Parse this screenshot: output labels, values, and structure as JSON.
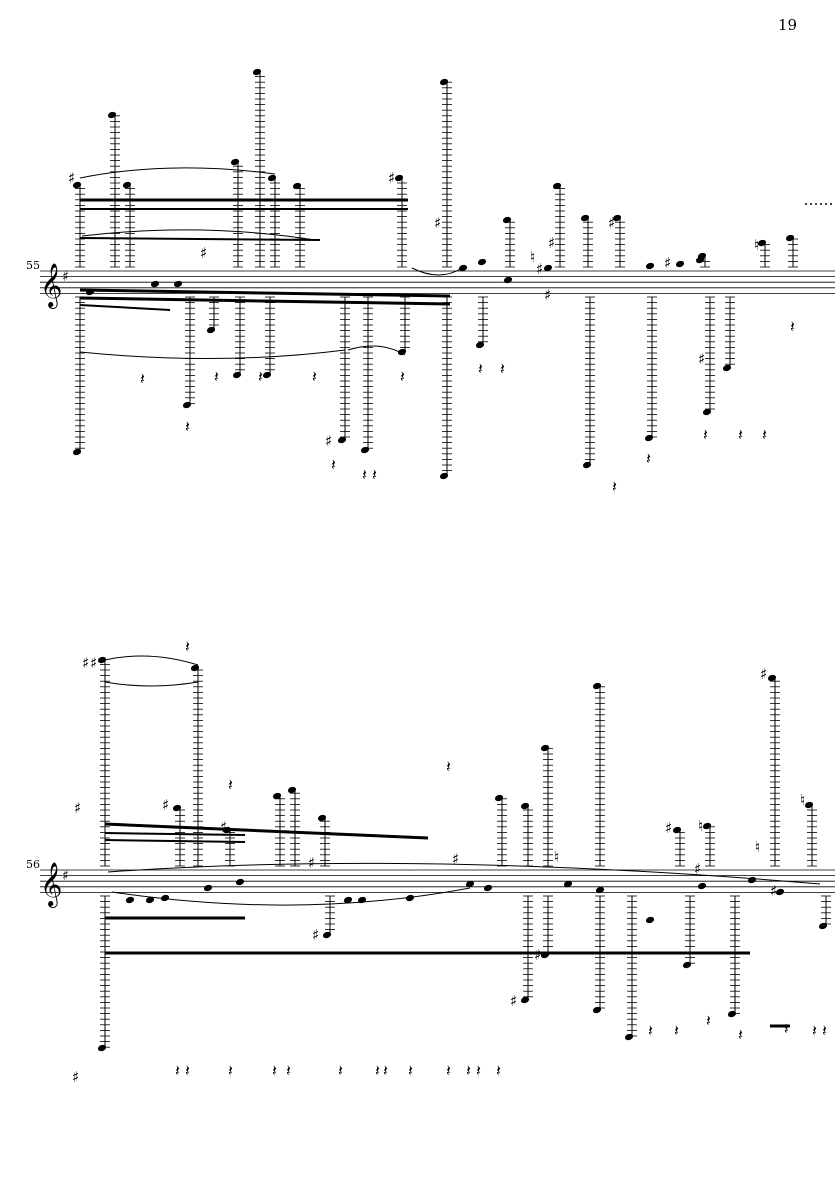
{
  "page": {
    "number": "19"
  },
  "systems": [
    {
      "measure_number": "55",
      "clef": "treble",
      "key": "sharps"
    },
    {
      "measure_number": "56",
      "clef": "treble",
      "key": "sharps"
    }
  ],
  "glyphs": {
    "sharp": "♯",
    "natural": "♮",
    "rest": "𝄽",
    "clef": "𝄞"
  }
}
